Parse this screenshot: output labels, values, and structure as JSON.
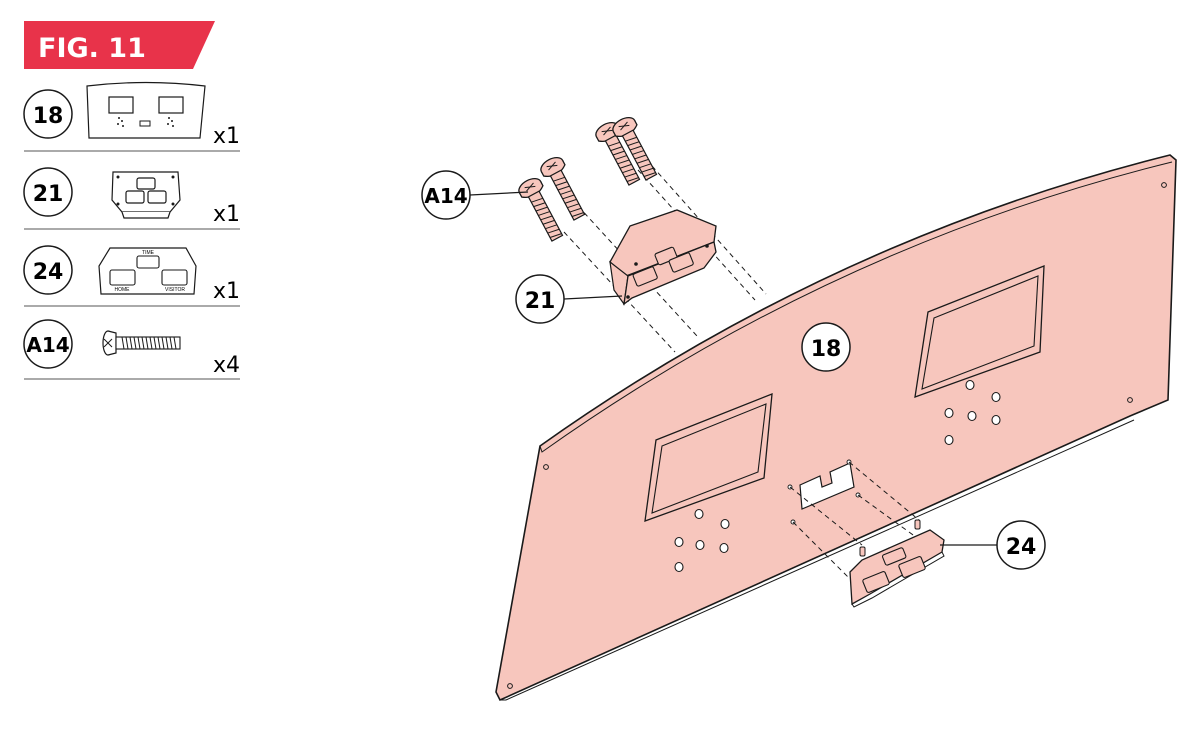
{
  "figure": {
    "title": "FIG. 11",
    "accent_color": "#e8334a"
  },
  "parts_list": [
    {
      "id": "18",
      "qty": "x1",
      "icon": "panel-icon"
    },
    {
      "id": "21",
      "qty": "x1",
      "icon": "bracket-icon"
    },
    {
      "id": "24",
      "qty": "x1",
      "icon": "label-plate-icon",
      "plate_labels": {
        "top": "TIME",
        "left": "HOME",
        "right": "VISITOR"
      }
    },
    {
      "id": "A14",
      "qty": "x4",
      "icon": "screw-icon"
    }
  ],
  "callouts": {
    "screws": "A14",
    "bracket": "21",
    "panel": "18",
    "plate": "24"
  },
  "colors": {
    "part_fill": "#f7c6bd",
    "line": "#1a1a1a",
    "divider": "#777777"
  }
}
